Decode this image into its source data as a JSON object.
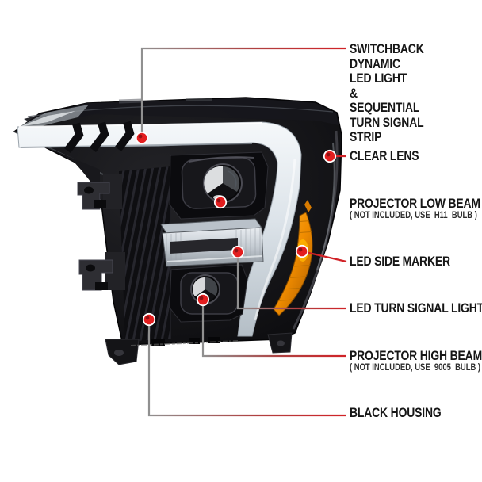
{
  "diagram": {
    "subject": "Projector headlight assembly, front three-quarter view, annotated product diagram",
    "colors": {
      "callout_line_red": "#d12227",
      "callout_line_gray": "#909090",
      "marker_dot_red": "#e31e1f",
      "label_text": "#161616",
      "drl_white": "#dde4ea",
      "amber_marker": "#f08c00",
      "housing_black": "#0b0b0e"
    },
    "callouts": [
      {
        "id": "switchback",
        "target": "drl-strip",
        "label": "SWITCHBACK DYNAMIC\nLED LIGHT\n&\nSEQUENTIAL\nTURN SIGNAL STRIP"
      },
      {
        "id": "clear-lens",
        "target": "outer-lens",
        "label": "CLEAR LENS"
      },
      {
        "id": "low-beam",
        "target": "low-beam-projector",
        "label": "PROJECTOR LOW BEAM",
        "sub": "( NOT INCLUDED, USE  H11  BULB )"
      },
      {
        "id": "side-marker",
        "target": "amber-side-marker",
        "label": "LED SIDE MARKER"
      },
      {
        "id": "turn-signal",
        "target": "turn-signal-strip",
        "label": "LED TURN SIGNAL LIGHT"
      },
      {
        "id": "high-beam",
        "target": "high-beam-projector",
        "label": "PROJECTOR HIGH BEAM",
        "sub": "( NOT INCLUDED, USE  9005  BULB )"
      },
      {
        "id": "black-housing",
        "target": "housing-body",
        "label": "BLACK HOUSING"
      }
    ]
  }
}
